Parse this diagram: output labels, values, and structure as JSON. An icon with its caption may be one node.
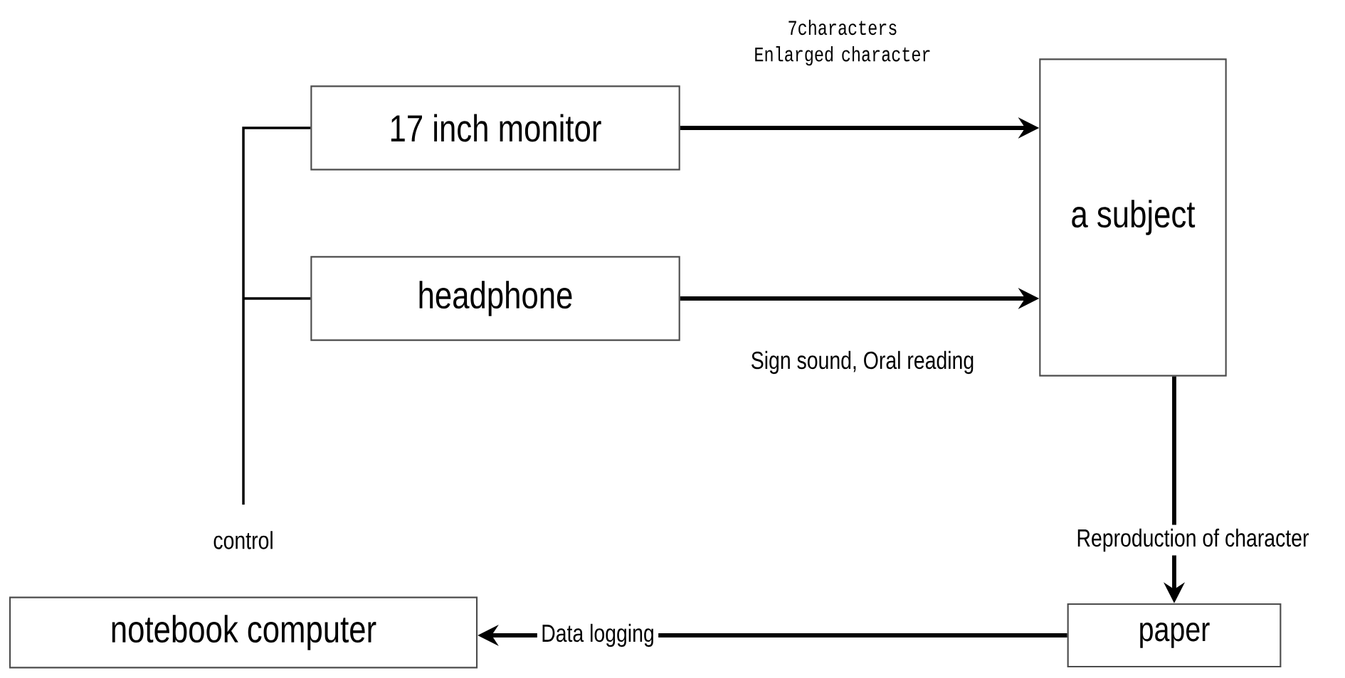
{
  "diagram": {
    "nodes": [
      {
        "text": [
          "17 inch monitor"
        ]
      },
      {
        "text": [
          "headphone"
        ]
      },
      {
        "text": [
          "a subject"
        ]
      },
      {
        "text": [
          "paper"
        ]
      },
      {
        "text": [
          "notebook computer"
        ]
      }
    ],
    "edges": [
      {
        "from": null,
        "to": 0,
        "arrow": "none",
        "label": "control"
      },
      {
        "from": null,
        "to": 1,
        "arrow": "none"
      },
      {
        "from": 0,
        "to": 2,
        "arrow": "to",
        "label": "7characters Enlarged character"
      },
      {
        "from": 1,
        "to": 2,
        "arrow": "to",
        "label": "Sign sound, Oral reading"
      },
      {
        "from": 2,
        "to": 3,
        "arrow": "to",
        "label": "Reproduction of character"
      },
      {
        "from": 3,
        "to": 4,
        "arrow": "to",
        "label": "Data logging"
      }
    ]
  }
}
